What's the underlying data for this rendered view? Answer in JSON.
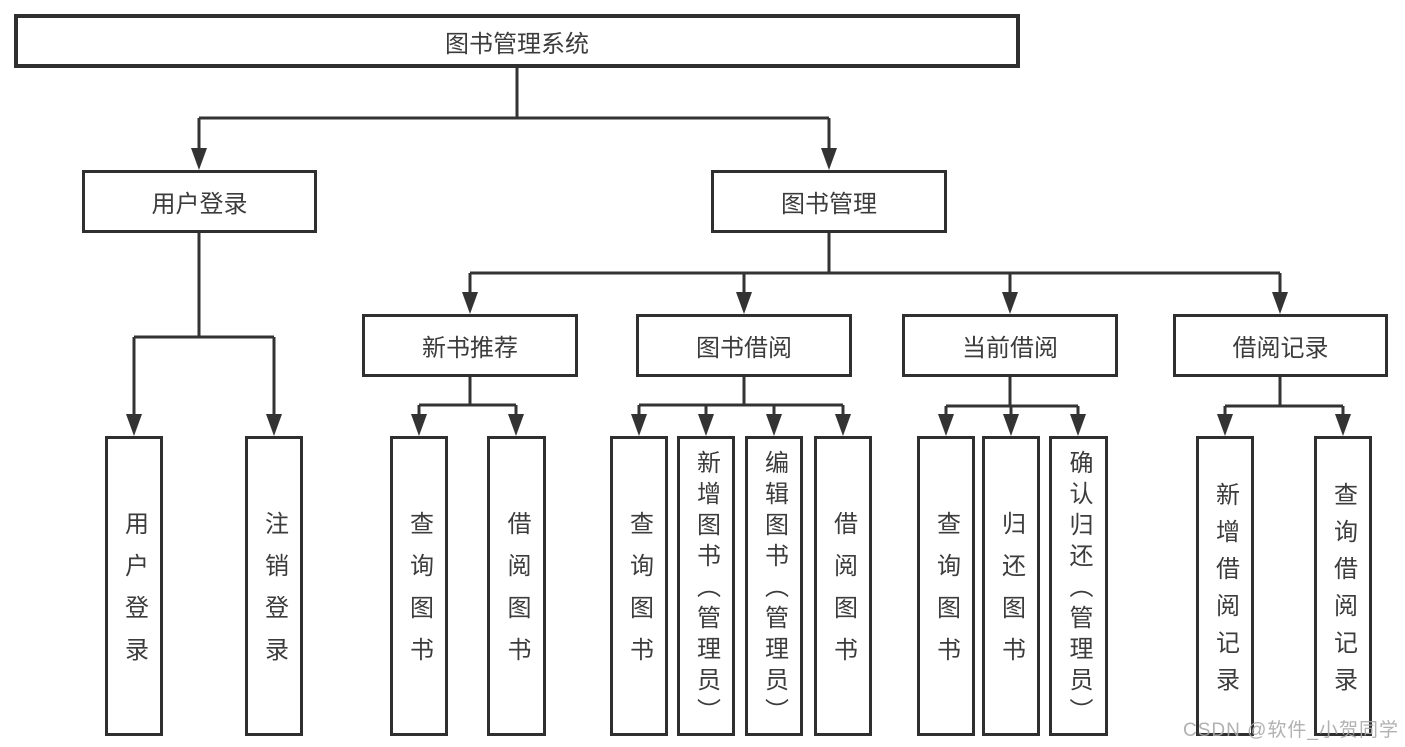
{
  "diagram": {
    "root": {
      "label": "图书管理系统"
    },
    "branches": [
      {
        "label": "用户登录",
        "children": [
          {
            "label": "用户登录"
          },
          {
            "label": "注销登录"
          }
        ]
      },
      {
        "label": "图书管理",
        "children": [
          {
            "label": "新书推荐",
            "children": [
              {
                "label": "查询图书"
              },
              {
                "label": "借阅图书"
              }
            ]
          },
          {
            "label": "图书借阅",
            "children": [
              {
                "label": "查询图书"
              },
              {
                "label": "新增图书（管理员）"
              },
              {
                "label": "编辑图书（管理员）"
              },
              {
                "label": "借阅图书"
              }
            ]
          },
          {
            "label": "当前借阅",
            "children": [
              {
                "label": "查询图书"
              },
              {
                "label": "归还图书"
              },
              {
                "label": "确认归还（管理员）"
              }
            ]
          },
          {
            "label": "借阅记录",
            "children": [
              {
                "label": "新增借阅记录"
              },
              {
                "label": "查询借阅记录"
              }
            ]
          }
        ]
      }
    ]
  },
  "watermark": {
    "text": "CSDN @软件_小贺同学"
  },
  "colors": {
    "line": "#333333",
    "box_border": "#2f2f2f",
    "text": "#3c3c3c",
    "watermark": "#a8a8a8",
    "background": "#ffffff"
  }
}
